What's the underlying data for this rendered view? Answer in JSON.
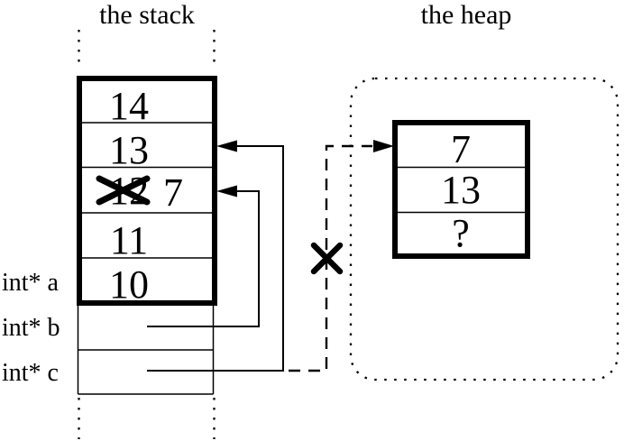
{
  "colors": {
    "ink": "#000000",
    "background": "#ffffff"
  },
  "stack": {
    "title": "the stack",
    "cells": [
      "14",
      "13",
      "12",
      "11",
      "10"
    ],
    "new_value": "7",
    "labels": [
      "int* a",
      "int* b",
      "int* c"
    ]
  },
  "heap": {
    "title": "the heap",
    "cells": [
      "7",
      "13",
      "?"
    ]
  }
}
